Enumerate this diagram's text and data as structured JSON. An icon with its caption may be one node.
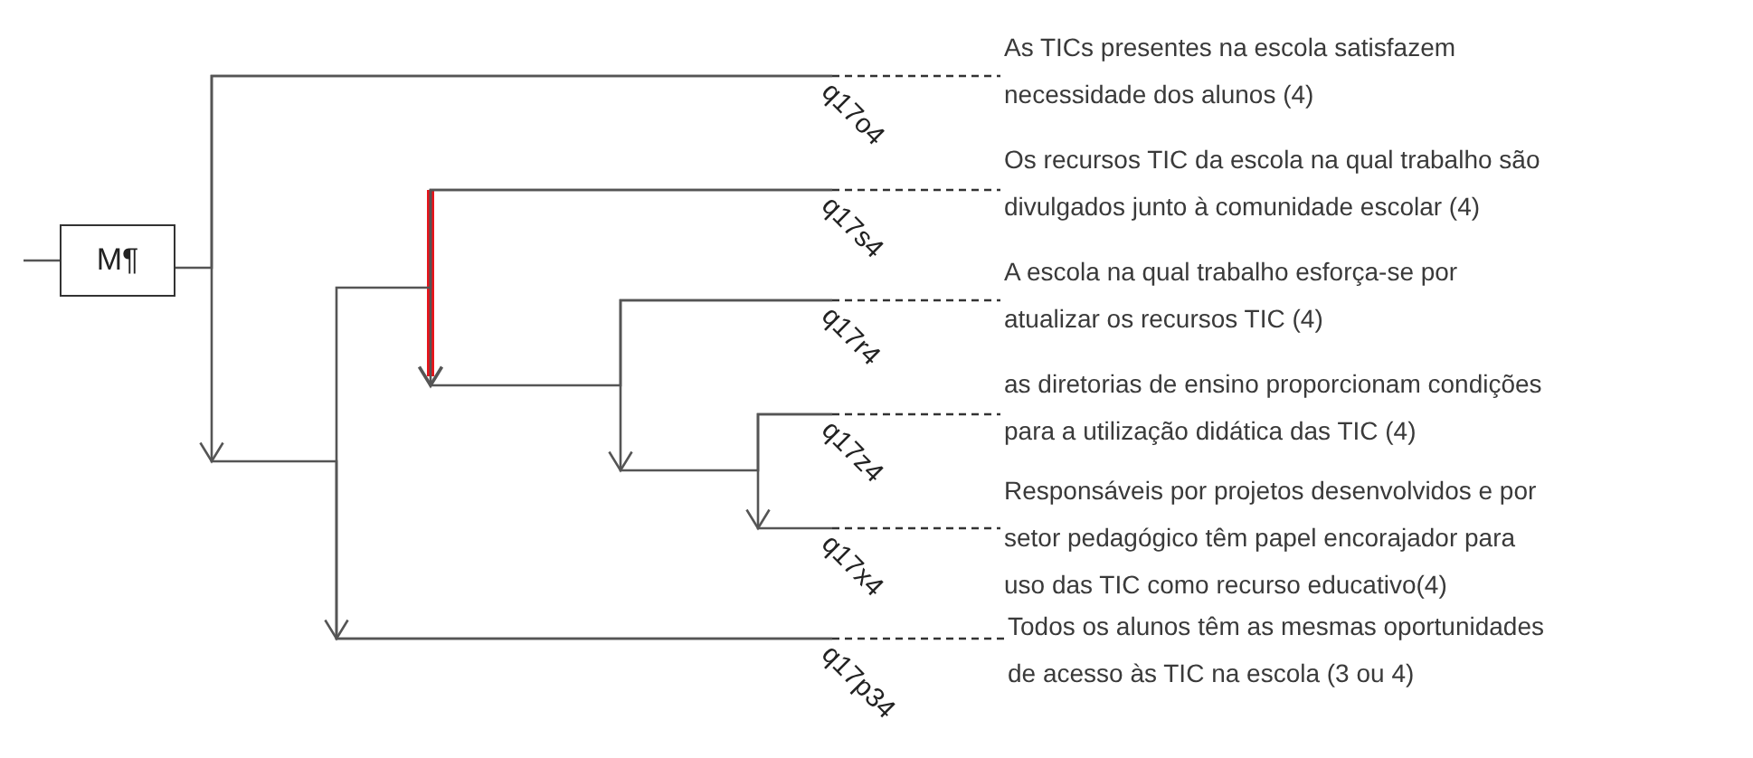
{
  "diagram": {
    "nodes": [
      {
        "text": [
          "M¶"
        ]
      },
      {
        "text": [
          "q17o4"
        ]
      },
      {
        "text": [
          "q17s4"
        ]
      },
      {
        "text": [
          "q17r4"
        ]
      },
      {
        "text": [
          "q17z4"
        ]
      },
      {
        "text": [
          "q17x4"
        ]
      },
      {
        "text": [
          "q17p34"
        ]
      },
      {
        "text": [
          "As TICs presentes na escola satisfazem necessidade dos alunos (4)"
        ]
      },
      {
        "text": [
          "Os recursos TIC da escola na qual trabalho são divulgados junto à comunidade escolar (4)"
        ]
      },
      {
        "text": [
          "A escola na qual trabalho esforça-se por atualizar os recursos TIC (4)"
        ]
      },
      {
        "text": [
          "as diretorias de ensino proporcionam condições para a utilização didática das TIC (4)"
        ]
      },
      {
        "text": [
          "Responsáveis por projetos desenvolvidos e por setor pedagógico têm papel encorajador para uso das TIC como recurso educativo(4)"
        ]
      },
      {
        "text": [
          "Todos os alunos têm as mesmas oportunidades de acesso às TIC na escola (3 ou 4)"
        ]
      }
    ],
    "edges": [
      {
        "from": null,
        "to": 0,
        "arrow": "none"
      },
      {
        "from": 0,
        "to": 1,
        "arrow": "none"
      },
      {
        "from": 1,
        "to": 6,
        "arrow": "to"
      },
      {
        "from": 2,
        "to": 3,
        "arrow": "to"
      },
      {
        "from": 2,
        "to": 6,
        "arrow": "to"
      },
      {
        "from": 3,
        "to": 4,
        "arrow": "to"
      },
      {
        "from": 4,
        "to": 5,
        "arrow": "to"
      },
      {
        "from": 1,
        "to": 7,
        "arrow": "none",
        "style": "dashed"
      },
      {
        "from": 2,
        "to": 8,
        "arrow": "none",
        "style": "dashed"
      },
      {
        "from": 3,
        "to": 9,
        "arrow": "none",
        "style": "dashed"
      },
      {
        "from": 4,
        "to": 10,
        "arrow": "none",
        "style": "dashed"
      },
      {
        "from": 5,
        "to": 11,
        "arrow": "none",
        "style": "dashed"
      },
      {
        "from": 6,
        "to": 12,
        "arrow": "none",
        "style": "dashed"
      }
    ]
  }
}
